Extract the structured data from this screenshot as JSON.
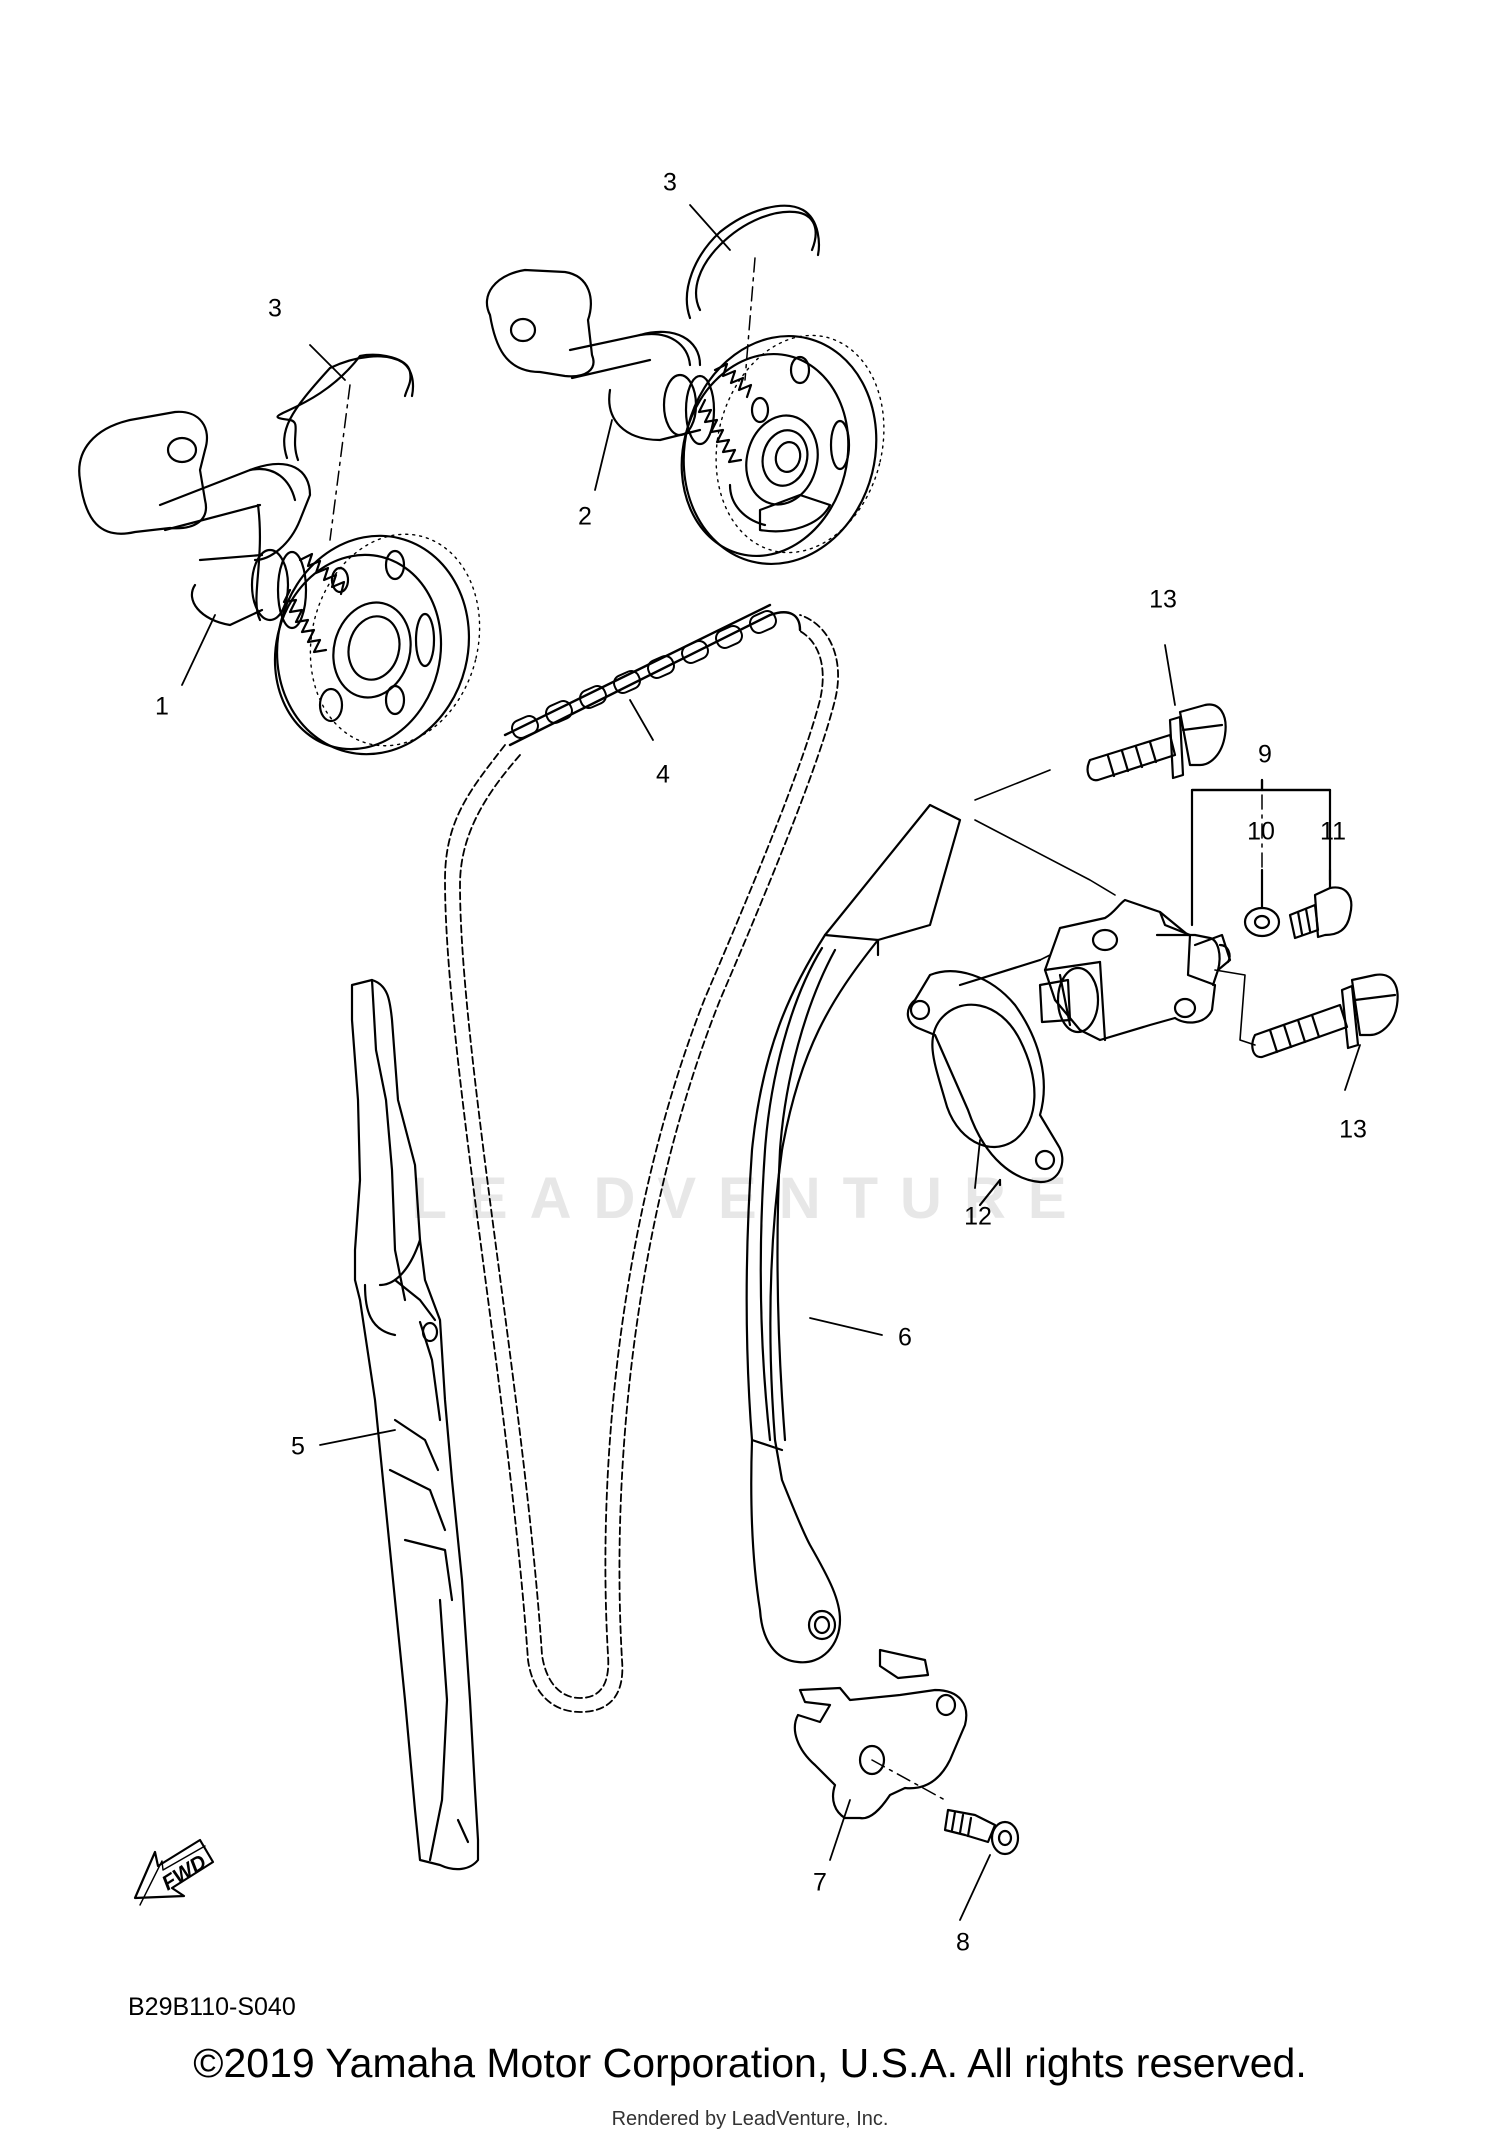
{
  "diagram_code": "B29B110-S040",
  "copyright": "©2019 Yamaha Motor Corporation, U.S.A. All rights reserved.",
  "rendered_by": "Rendered by LeadVenture, Inc.",
  "watermark": "LEADVENTURE",
  "fwd_label": "FWD",
  "callouts": {
    "c1": "1",
    "c2": "2",
    "c3a": "3",
    "c3b": "3",
    "c4": "4",
    "c5": "5",
    "c6": "6",
    "c7": "7",
    "c8": "8",
    "c9": "9",
    "c10": "10",
    "c11": "11",
    "c12": "12",
    "c13a": "13",
    "c13b": "13"
  }
}
